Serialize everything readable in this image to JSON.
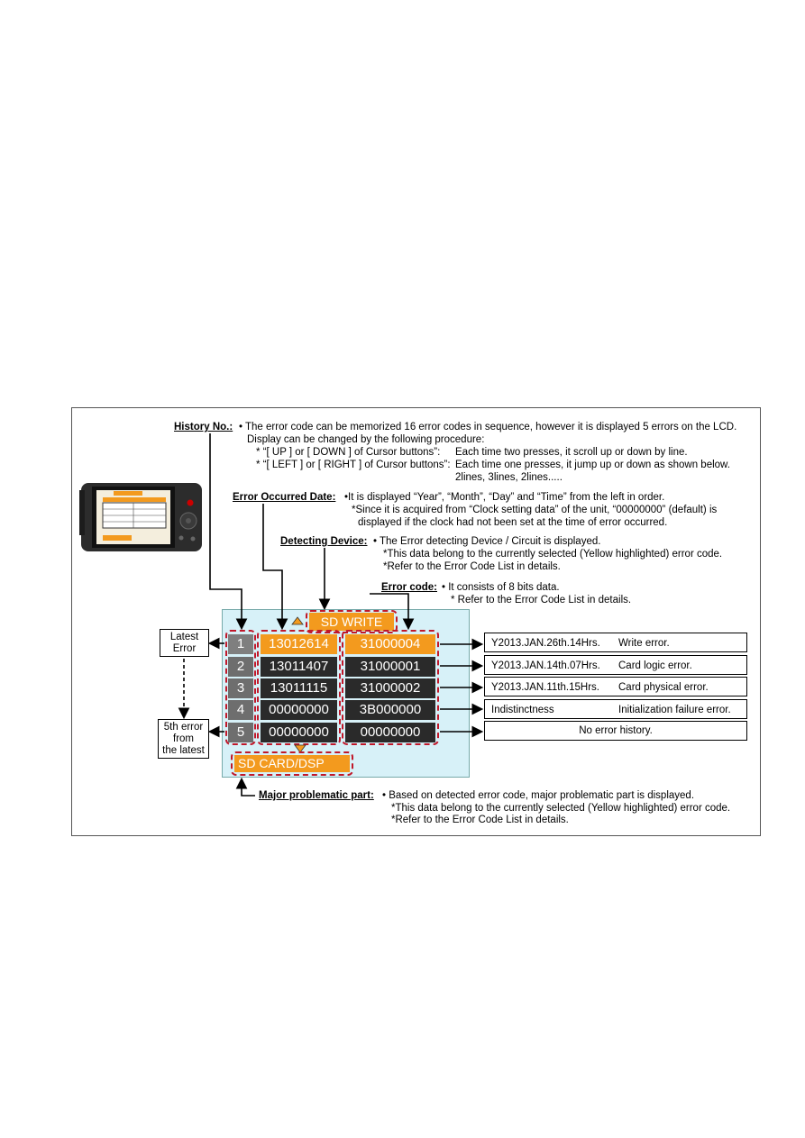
{
  "history": {
    "label": "History No.:",
    "lines": [
      "• The error code can be memorized 16 error codes in sequence, however it is displayed 5 errors on the LCD.",
      "Display can be changed by the following procedure:",
      "* “[ UP ] or [ DOWN ] of Cursor buttons”:",
      "* “[ LEFT ] or [ RIGHT ] of Cursor buttons”:",
      "Each time two presses, it scroll up or down by line.",
      "Each time one presses, it jump up or down as shown below.",
      "2lines, 3lines, 2lines....."
    ]
  },
  "date": {
    "label": "Error Occurred Date:",
    "lines": [
      "•It is displayed “Year”, “Month”, “Day” and “Time” from the left in order.",
      "*Since it is acquired from “Clock setting data” of the unit, “00000000” (default) is",
      "displayed if the clock had not been set at the time of error occurred."
    ]
  },
  "device": {
    "label": "Detecting Device:",
    "lines": [
      "• The Error detecting Device / Circuit is displayed.",
      "*This data belong to the currently selected (Yellow highlighted) error code.",
      "*Refer to the Error Code List in details."
    ]
  },
  "code": {
    "label": "Error code:",
    "lines": [
      "• It consists of 8 bits data.",
      "* Refer to the Error Code List in details."
    ]
  },
  "major": {
    "label": "Major problematic part:",
    "lines": [
      "• Based on detected error code, major problematic part is displayed.",
      "*This data belong to the currently selected (Yellow highlighted) error code.",
      "*Refer to the Error Code List in details."
    ]
  },
  "lcd": {
    "device_title": "SD WRITE",
    "part_title": "SD CARD/DSP",
    "rows": [
      {
        "no": "1",
        "date": "13012614",
        "code": "31000004",
        "detail_a": "Y2013.JAN.26th.14Hrs.",
        "detail_b": "Write error."
      },
      {
        "no": "2",
        "date": "13011407",
        "code": "31000001",
        "detail_a": "Y2013.JAN.14th.07Hrs.",
        "detail_b": "Card logic error."
      },
      {
        "no": "3",
        "date": "13011115",
        "code": "31000002",
        "detail_a": "Y2013.JAN.11th.15Hrs.",
        "detail_b": "Card physical error."
      },
      {
        "no": "4",
        "date": "00000000",
        "code": "3B000000",
        "detail_a": "Indistinctness",
        "detail_b": "Initialization failure error."
      },
      {
        "no": "5",
        "date": "00000000",
        "code": "00000000",
        "detail_a": "",
        "detail_b": ""
      }
    ],
    "no_history": "No error history."
  },
  "side": {
    "latest_line1": "Latest",
    "latest_line2": "Error",
    "fifth_line1": "5th error",
    "fifth_line2": "from",
    "fifth_line3": "the latest"
  },
  "colors": {
    "highlight": "#f39a1e",
    "lcd_bg": "#d7f1f8",
    "dash": "#c0182a"
  }
}
